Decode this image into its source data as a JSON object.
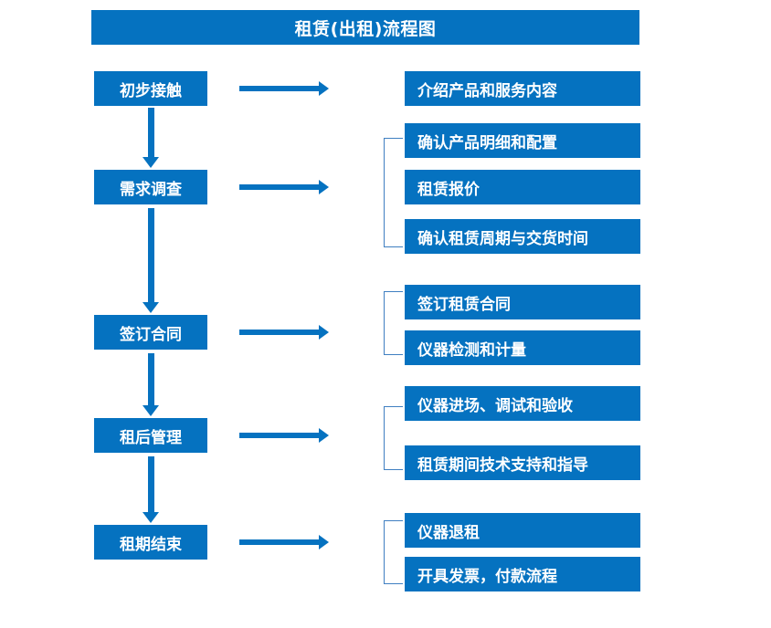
{
  "title": "租赁(出租)流程图",
  "colors": {
    "box_blue": "#0572c0",
    "bracket_blue": "#3f7fc1",
    "text_white": "#ffffff",
    "background": "#ffffff"
  },
  "chart_data": {
    "type": "diagram",
    "title": "租赁(出租)流程图",
    "orientation": "vertical-flow-with-side-details",
    "stages": [
      {
        "label": "初步接触",
        "details": [
          "介绍产品和服务内容"
        ],
        "bracketed": false
      },
      {
        "label": "需求调查",
        "details": [
          "确认产品明细和配置",
          "租赁报价",
          "确认租赁周期与交货时间"
        ],
        "bracketed": true
      },
      {
        "label": "签订合同",
        "details": [
          "签订租赁合同",
          "仪器检测和计量"
        ],
        "bracketed": true
      },
      {
        "label": "租后管理",
        "details": [
          "仪器进场、调试和验收",
          "租赁期间技术支持和指导"
        ],
        "bracketed": true
      },
      {
        "label": "租期结束",
        "details": [
          "仪器退租",
          "开具发票，付款流程"
        ],
        "bracketed": true
      }
    ]
  },
  "stages": [
    {
      "label": "初步接触"
    },
    {
      "label": "需求调查"
    },
    {
      "label": "签订合同"
    },
    {
      "label": "租后管理"
    },
    {
      "label": "租期结束"
    }
  ],
  "details": [
    {
      "label": "介绍产品和服务内容"
    },
    {
      "label": "确认产品明细和配置"
    },
    {
      "label": "租赁报价"
    },
    {
      "label": "确认租赁周期与交货时间"
    },
    {
      "label": "签订租赁合同"
    },
    {
      "label": "仪器检测和计量"
    },
    {
      "label": "仪器进场、调试和验收"
    },
    {
      "label": "租赁期间技术支持和指导"
    },
    {
      "label": "仪器退租"
    },
    {
      "label": "开具发票，付款流程"
    }
  ]
}
